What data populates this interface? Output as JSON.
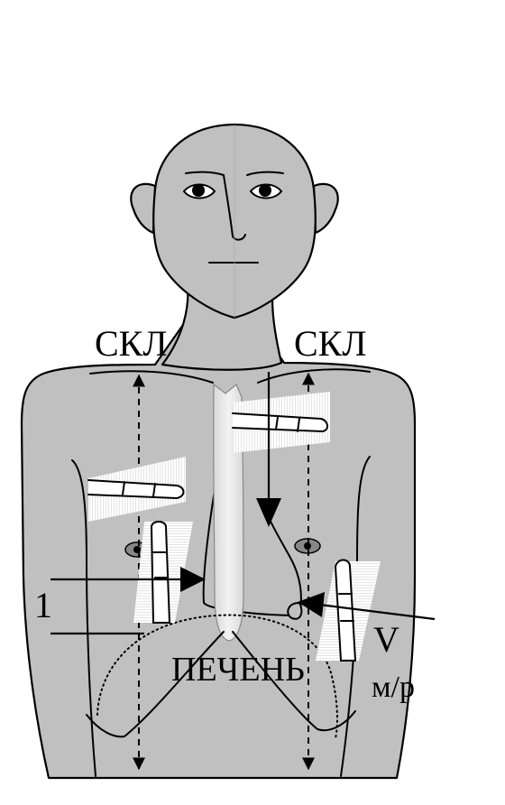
{
  "labels": {
    "left_midclavicular": "СКЛ",
    "right_midclavicular": "СКЛ",
    "liver": "ПЕЧЕНЬ",
    "number_one": "1",
    "roman_five": "V",
    "intercostal": "м/р"
  },
  "colors": {
    "body_fill": "#c0c0c0",
    "outline": "#000000",
    "background": "#ffffff"
  }
}
